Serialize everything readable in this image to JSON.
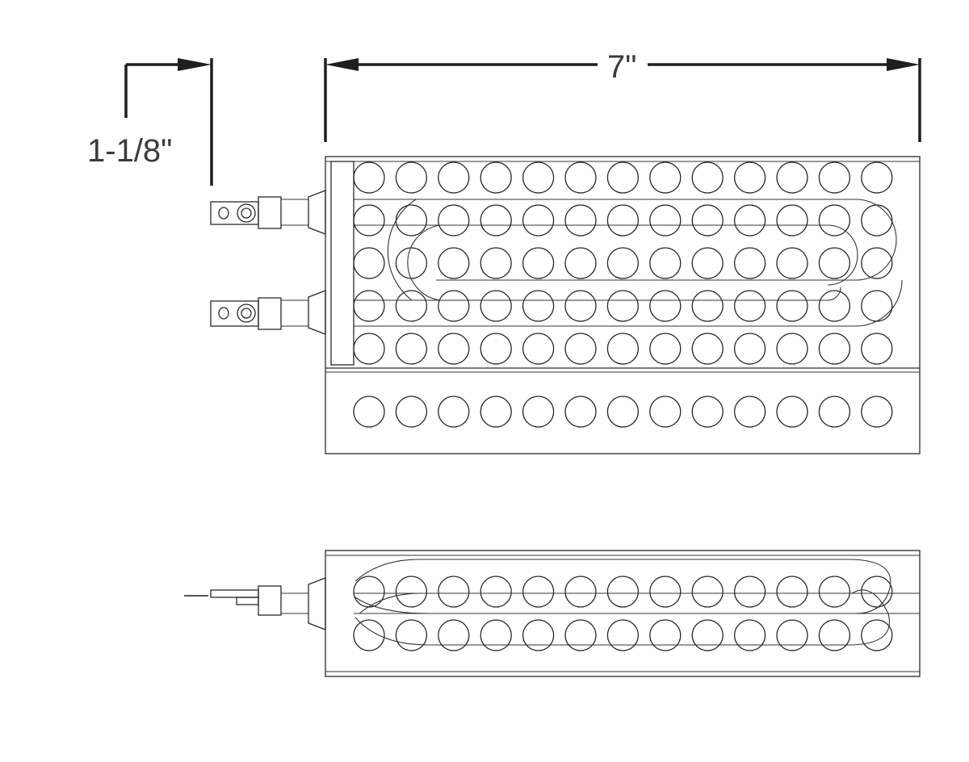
{
  "dimensions": {
    "depth_label": "1-1/8\"",
    "length_label": "7\""
  },
  "top_view": {
    "hole_columns": 13,
    "hole_rows_upper": 5,
    "hole_rows_lower": 1,
    "terminal_count": 2
  },
  "side_view": {
    "hole_columns": 13,
    "hole_rows": 2
  },
  "colors": {
    "line": "#2a2a2a",
    "background": "#ffffff"
  }
}
